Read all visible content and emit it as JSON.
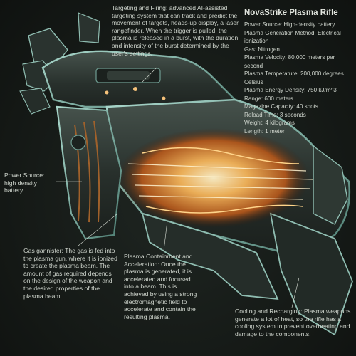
{
  "title": "NovaStrike Plasma Rifle",
  "specs": [
    "Power Source: High-density battery",
    "Plasma Generation Method: Electrical ionization",
    "Gas: Nitrogen",
    "Plasma Velocity: 80,000 meters per second",
    "Plasma Temperature: 200,000 degrees Celsius",
    "Plasma Energy Density: 750 kJ/m^3",
    "Range: 600 meters",
    "Magazine Capacity: 40 shots",
    "Reload Time: 3 seconds",
    "Weight: 4 kilograms",
    "Length: 1 meter"
  ],
  "annotations": {
    "targeting": "Targeting and Firing: advanced AI-assisted targeting system that can track and predict the movement of targets, heads-up display, a laser rangefinder. When the trigger is pulled, the plasma is released in a burst, with the duration and intensity of the burst determined by the user's settings.",
    "power_source": "Power Source: high density battery",
    "gas": "Gas gannister: The gas is fed into the plasma gun, where it is ionized to create the plasma beam. The amount of gas required depends on the design of the weapon and the desired properties of the plasma beam.",
    "containment": "Plasma Containment and Acceleration: Once the plasma is generated, it is accelerated and focused into a beam. This is achieved by using a strong electromagnetic field to accelerate and contain the resulting plasma.",
    "cooling": "Cooling and Recharging: Plasma weapons generate a lot of heat, so the rifle has a cooling system to prevent overheating and damage to the components."
  },
  "colors": {
    "background": "#151a17",
    "text": "#cfd5cd",
    "body_metal": "#2c3430",
    "accent_teal": "#7fb3a6",
    "core_glow": "#f0a24a"
  }
}
